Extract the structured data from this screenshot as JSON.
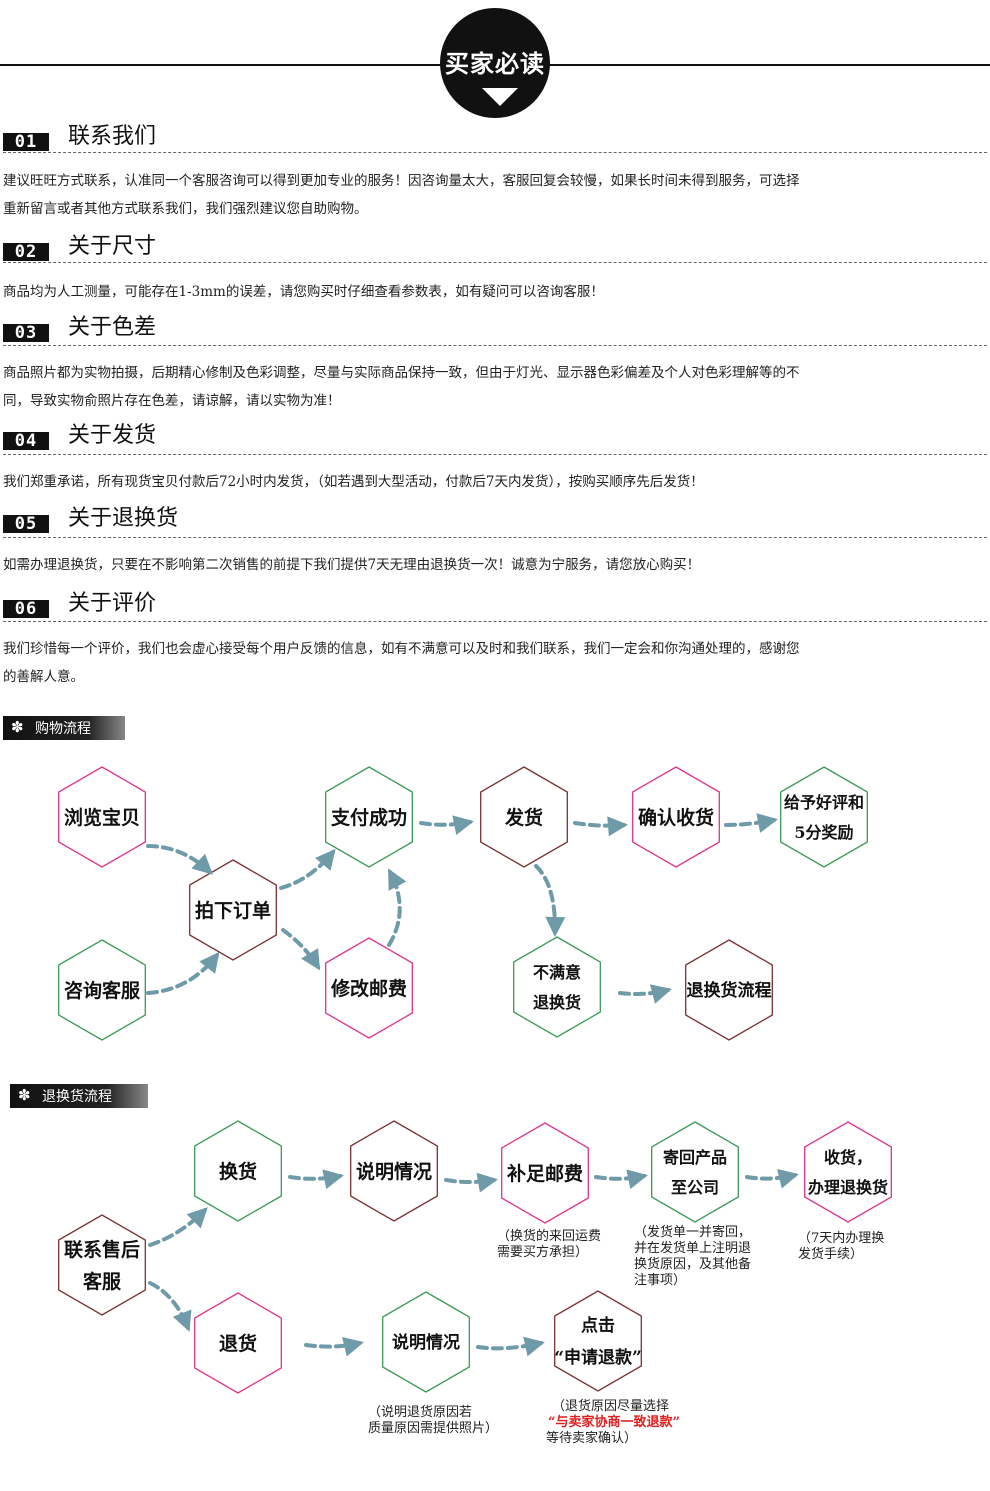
{
  "header": {
    "title": "买家必读"
  },
  "sections": [
    {
      "num": "01",
      "title": "联系我们",
      "lines": [
        "建议旺旺方式联系，认准同一个客服咨询可以得到更加专业的服务！因咨询量太大，客服回复会较慢，如果长时间未得到服务，可选择",
        "重新留言或者其他方式联系我们，我们强烈建议您自助购物。"
      ]
    },
    {
      "num": "02",
      "title": "关于尺寸",
      "lines": [
        "商品均为人工测量，可能存在1-3mm的误差，请您购买时仔细查看参数表，如有疑问可以咨询客服！"
      ]
    },
    {
      "num": "03",
      "title": "关于色差",
      "lines": [
        "商品照片都为实物拍摄，后期精心修制及色彩调整，尽量与实际商品保持一致，但由于灯光、显示器色彩偏差及个人对色彩理解等的不",
        "同，导致实物俞照片存在色差，请谅解，请以实物为准！"
      ]
    },
    {
      "num": "04",
      "title": "关于发货",
      "lines": [
        "我们郑重承诺，所有现货宝贝付款后72小时内发货，（如若遇到大型活动，付款后7天内发货），按购买顺序先后发货！"
      ]
    },
    {
      "num": "05",
      "title": "关于退换货",
      "lines": [
        "如需办理退换货，只要在不影响第二次销售的前提下我们提供7天无理由退换货一次！诚意为宁服务，请您放心购买！"
      ]
    },
    {
      "num": "06",
      "title": "关于评价",
      "lines": [
        "我们珍惜每一个评价，我们也会虚心接受每个用户反馈的信息，如有不满意可以及时和我们联系，我们一定会和你沟通处理的，感谢您",
        "的善解人意。"
      ]
    }
  ],
  "shopping_flow": {
    "tag": "购物流程",
    "nodes": {
      "browse": [
        "浏览宝贝"
      ],
      "consult": [
        "咨询客服"
      ],
      "order": [
        "拍下订单"
      ],
      "pay": [
        "支付成功"
      ],
      "modify": [
        "修改邮费"
      ],
      "ship": [
        "发货"
      ],
      "confirm": [
        "确认收货"
      ],
      "review": [
        "给予好评和",
        "5分奖励"
      ],
      "unsatisfied": [
        "不满意",
        "退换货"
      ],
      "return_flow": [
        "退换货流程"
      ]
    }
  },
  "return_flow": {
    "tag": "退换货流程",
    "nodes": {
      "contact": [
        "联系售后",
        "客服"
      ],
      "exchange": [
        "换货"
      ],
      "explain1": [
        "说明情况"
      ],
      "postage": [
        "补足邮费"
      ],
      "send_back": [
        "寄回产品",
        "至公司"
      ],
      "receive": [
        "收货，",
        "办理退换货"
      ],
      "refund": [
        "退货"
      ],
      "explain2": [
        "说明情况"
      ],
      "apply": [
        "点击",
        "“申请退款”"
      ]
    },
    "notes": {
      "postage": [
        "（换货的来回运费",
        "需要买方承担）"
      ],
      "send_back": [
        "（发货单一并寄回，",
        "并在发货单上注明退",
        "换货原因，及其他备",
        "注事项）"
      ],
      "receive": [
        "（7天内办理换",
        "发货手续）"
      ],
      "explain2": [
        "（说明退货原因若",
        "质量原因需提供照片）"
      ],
      "apply_pre": "（退货原因尽量选择",
      "apply_red": "“与卖家协商一致退款”",
      "apply_post": "等待卖家确认）"
    }
  },
  "colors": {
    "pink": "#e0338a",
    "green": "#3a9a55",
    "brown": "#7a3030",
    "arrow": "#6f9aa8",
    "red": "#e02020"
  }
}
